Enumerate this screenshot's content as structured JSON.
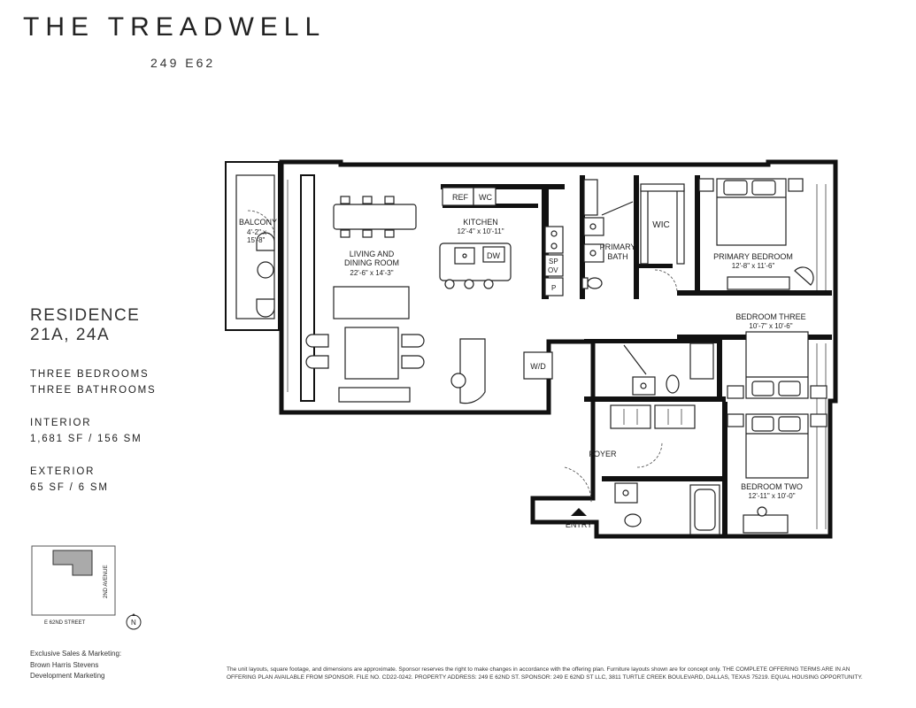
{
  "header": {
    "brand": "THE TREADWELL",
    "address": "249 E62"
  },
  "residence": {
    "title_line1": "RESIDENCE",
    "title_line2": "21A, 24A",
    "bedrooms": "THREE BEDROOMS",
    "bathrooms": "THREE BATHROOMS",
    "interior_label": "INTERIOR",
    "interior_value": "1,681 SF / 156 SM",
    "exterior_label": "EXTERIOR",
    "exterior_value": "65 SF / 6 SM"
  },
  "rooms": {
    "balcony": {
      "name": "BALCONY",
      "dim1": "4'-2\" x",
      "dim2": "15'-8\""
    },
    "living": {
      "name1": "LIVING AND",
      "name2": "DINING ROOM",
      "dim": "22'-6\" x 14'-3\""
    },
    "kitchen": {
      "name": "KITCHEN",
      "dim": "12'-4\" x 10'-11\""
    },
    "primary_bath": {
      "name1": "PRIMARY",
      "name2": "BATH"
    },
    "wic": {
      "name": "WIC"
    },
    "primary_bedroom": {
      "name": "PRIMARY BEDROOM",
      "dim": "12'-8\" x 11'-6\""
    },
    "bedroom_three": {
      "name": "BEDROOM THREE",
      "dim": "10'-7\" x 10'-6\""
    },
    "bedroom_two": {
      "name": "BEDROOM TWO",
      "dim": "12'-11\" x 10'-0\""
    },
    "foyer": {
      "name": "FOYER"
    },
    "entry": {
      "name": "ENTRY"
    }
  },
  "appliances": {
    "ref": "REF",
    "wc": "WC",
    "dw": "DW",
    "sp": "SP",
    "ov": "OV",
    "p": "P",
    "wd": "W/D"
  },
  "key_plan": {
    "street": "E 62ND STREET",
    "avenue": "2ND AVENUE",
    "north": "N"
  },
  "credits": {
    "line1": "Exclusive Sales & Marketing:",
    "line2": "Brown Harris Stevens",
    "line3": "Development Marketing"
  },
  "legal": "The unit layouts, square footage, and dimensions are approximate. Sponsor reserves the right to make changes in accordance with the offering plan. Furniture layouts shown are for concept only. THE COMPLETE OFFERING TERMS ARE IN AN OFFERING PLAN AVAILABLE FROM SPONSOR. FILE NO. CD22-0242. PROPERTY ADDRESS: 249 E 62ND ST. SPONSOR: 249 E 62ND ST LLC, 3811 TURTLE CREEK BOULEVARD, DALLAS, TEXAS 75219. EQUAL HOUSING OPPORTUNITY."
}
